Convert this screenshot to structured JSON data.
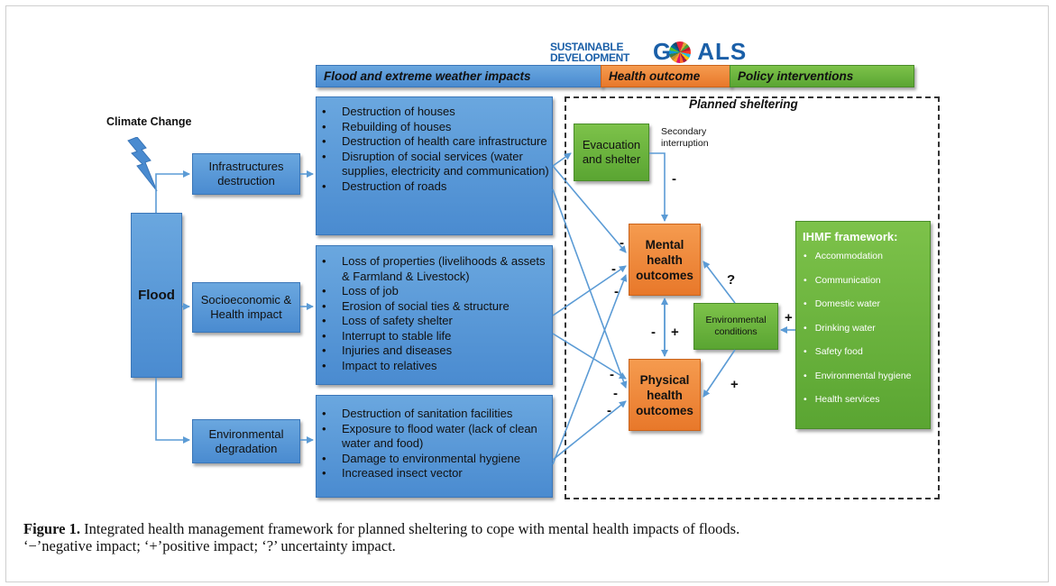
{
  "logo": {
    "line1": "SUSTAINABLE",
    "line2": "DEVELOPMENT",
    "goals_g": "G",
    "goals_rest": "ALS"
  },
  "bands": {
    "flood": "Flood and extreme weather impacts",
    "health": "Health outcome",
    "policy": "Policy interventions"
  },
  "planned_sheltering_label": "Planned sheltering",
  "climate_change_label": "Climate Change",
  "flood_label": "Flood",
  "categories": {
    "infrastructure": "Infrastructures destruction",
    "socioeconomic": "Socioeconomic & Health impact",
    "environmental": "Environmental degradation"
  },
  "lists": {
    "infrastructure": [
      "Destruction of houses",
      "Rebuilding of houses",
      "Destruction of health care infrastructure",
      "Disruption of social services (water supplies, electricity and communication)",
      "Destruction of roads"
    ],
    "socioeconomic": [
      "Loss of properties (livelihoods & assets & Farmland & Livestock)",
      "Loss of job",
      "Erosion of social ties & structure",
      "Loss of safety shelter",
      "Interrupt to stable life",
      "Injuries and diseases",
      "Impact to relatives"
    ],
    "environmental": [
      "Destruction of sanitation facilities",
      "Exposure to flood water (lack of clean water and food)",
      "Damage to environmental hygiene",
      "Increased insect vector"
    ]
  },
  "evacuation_label": "Evacuation and shelter",
  "secondary_interruption": "Secondary interruption",
  "mental_label": "Mental health outcomes",
  "physical_label": "Physical health outcomes",
  "environmental_conditions": "Environmental conditions",
  "ihmf": {
    "title": "IHMF framework:",
    "items": [
      "Accommodation",
      "Communication",
      "Domestic water",
      "Drinking water",
      "Safety food",
      "Environmental hygiene",
      "Health services"
    ]
  },
  "signs": {
    "minus": "-",
    "plus": "+",
    "question": "?"
  },
  "caption": {
    "label": "Figure 1.",
    "text": " Integrated health management framework for planned sheltering to cope with mental health impacts of floods.",
    "line2": "‘−’negative impact; ‘+’positive impact; ‘?’ uncertainty impact."
  },
  "colors": {
    "blue": "#5b9bd5",
    "green": "#70ad47",
    "orange": "#ed7d31",
    "arrow": "#5b9bd5"
  }
}
